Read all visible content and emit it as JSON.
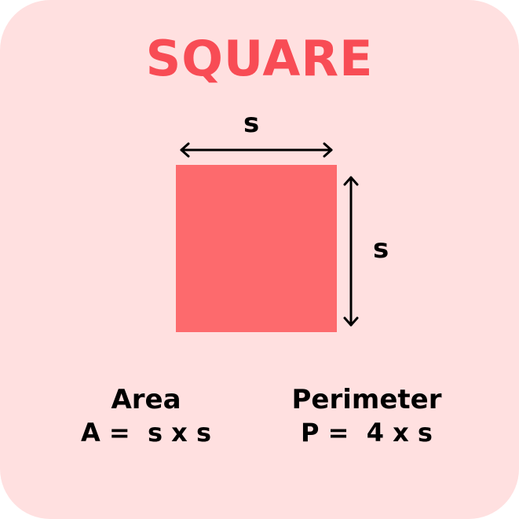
{
  "title": "SQUARE",
  "shape": {
    "fill_color": "#fd6a6d",
    "top_side_label": "s",
    "right_side_label": "s"
  },
  "colors": {
    "background": "#ffe0e0",
    "title": "#f84c55",
    "text": "#000000"
  },
  "formulas": {
    "area": {
      "name": "Area",
      "expression": "A =  s x s"
    },
    "perimeter": {
      "name": "Perimeter",
      "expression": "P =  4 x s"
    }
  }
}
